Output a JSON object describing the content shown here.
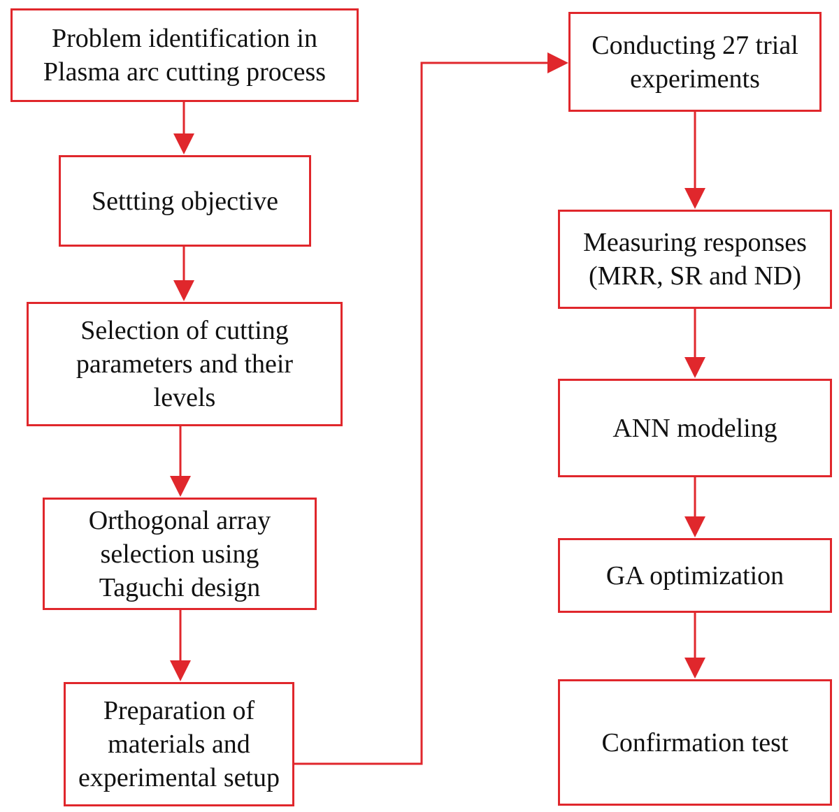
{
  "colors": {
    "box_border": "#e0272c",
    "arrow": "#e0272c",
    "text": "#111111",
    "background": "#ffffff"
  },
  "steps": [
    {
      "id": "problem",
      "label": "Problem identification in\nPlasma arc cutting process"
    },
    {
      "id": "objective",
      "label": "Settting objective"
    },
    {
      "id": "parameters",
      "label": "Selection of cutting\nparameters and their\nlevels"
    },
    {
      "id": "orthogonal",
      "label": "Orthogonal array\nselection using\nTaguchi design"
    },
    {
      "id": "preparation",
      "label": "Preparation of\nmaterials and\nexperimental setup"
    },
    {
      "id": "trials",
      "label": "Conducting 27 trial\nexperiments"
    },
    {
      "id": "measuring",
      "label": "Measuring responses\n(MRR, SR and ND)"
    },
    {
      "id": "ann",
      "label": "ANN modeling"
    },
    {
      "id": "ga",
      "label": "GA optimization"
    },
    {
      "id": "confirmation",
      "label": "Confirmation test"
    }
  ]
}
